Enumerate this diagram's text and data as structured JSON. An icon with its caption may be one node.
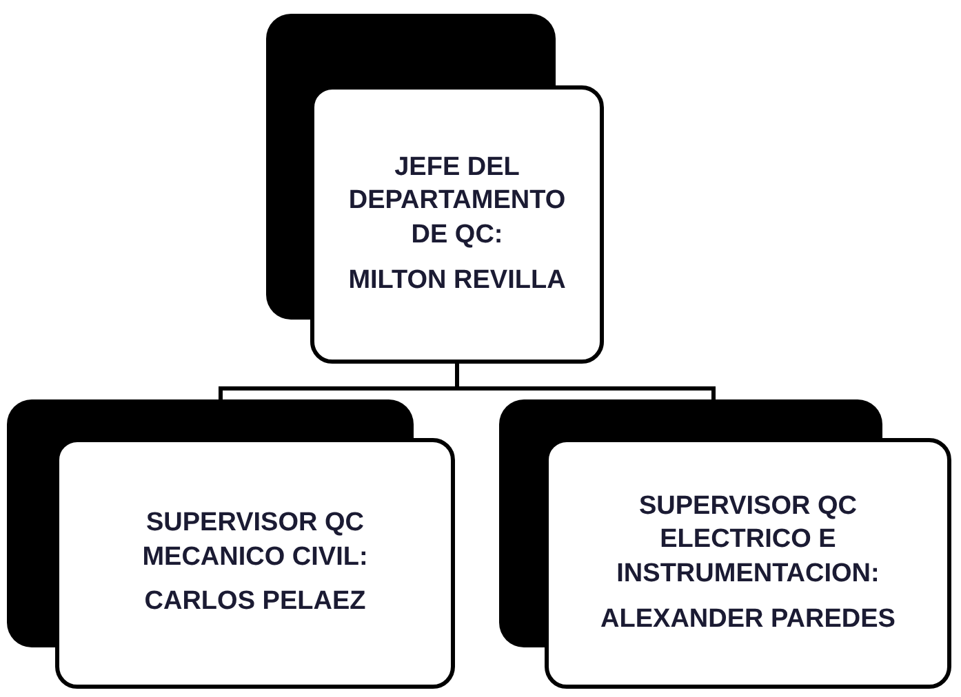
{
  "diagram": {
    "nodes": [
      {
        "text": [
          "JEFE DEL DEPARTAMENTO DE QC:",
          "MILTON REVILLA"
        ]
      },
      {
        "text": [
          "SUPERVISOR QC MECANICO CIVIL:",
          "CARLOS PELAEZ"
        ]
      },
      {
        "text": [
          "SUPERVISOR QC ELECTRICO E INSTRUMENTACION:",
          "ALEXANDER PAREDES"
        ]
      }
    ],
    "edges": [
      {
        "from": 0,
        "to": 1,
        "arrow": "none"
      },
      {
        "from": 0,
        "to": 2,
        "arrow": "none"
      }
    ]
  }
}
